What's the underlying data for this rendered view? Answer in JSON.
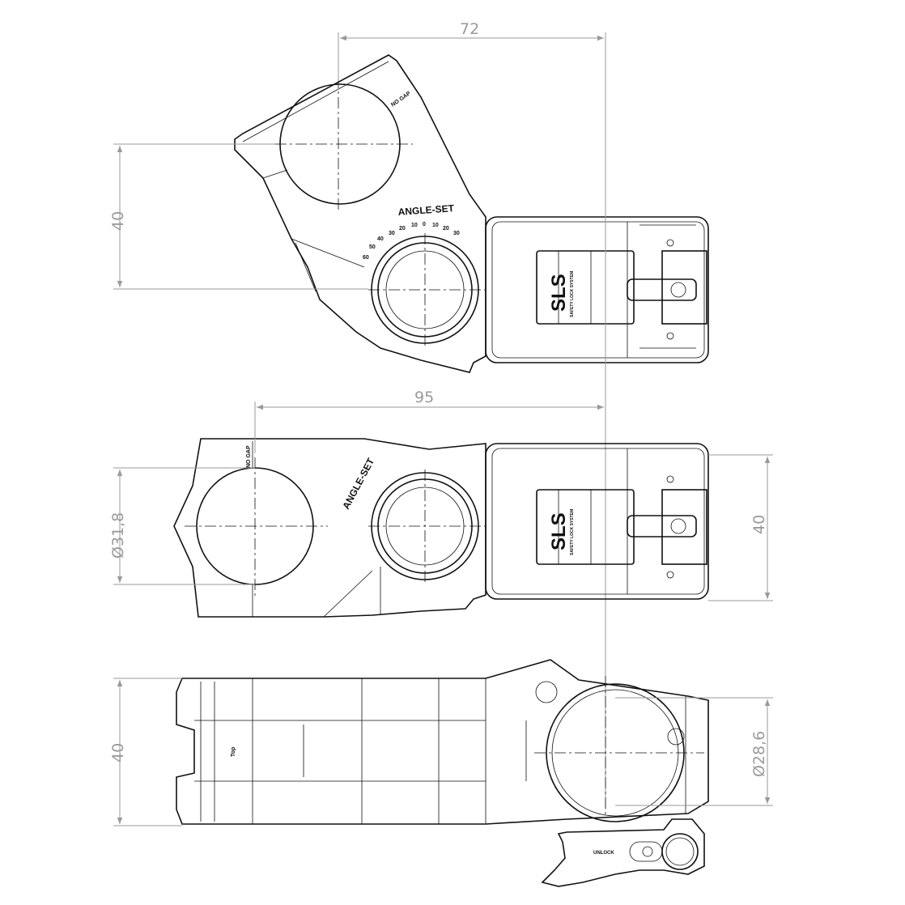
{
  "dimensions": {
    "top_width": "72",
    "top_height": "40",
    "mid_width": "95",
    "mid_diameter": "Ø31,8",
    "mid_height": "40",
    "bottom_height": "40",
    "bottom_diameter": "Ø28,6"
  },
  "labels": {
    "no_gap": "NO GAP",
    "angle_set": "ANGLE-SET",
    "sls": "SLS",
    "sls_sub": "SAFETY LOCK SYSTEM",
    "top": "Top",
    "unlock": "UNLOCK"
  },
  "angle_scale": [
    "60",
    "50",
    "40",
    "30",
    "20",
    "10",
    "0",
    "10",
    "20",
    "30"
  ]
}
